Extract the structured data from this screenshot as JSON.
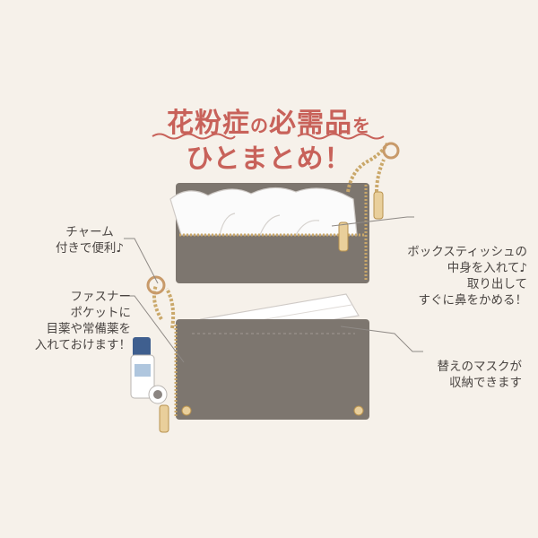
{
  "title": {
    "line1_a": "花粉症",
    "line1_b": "の",
    "line1_c": "必需品",
    "line1_d": "を",
    "line2": "ひとまとめ！"
  },
  "callouts": {
    "charm": [
      "チャーム",
      "付きで便利♪"
    ],
    "zip_pocket": [
      "ファスナー",
      "ポケットに",
      "目薬や常備薬を",
      "入れておけます！"
    ],
    "tissue": [
      "ボックスティッシュの",
      "中身を入れて♪",
      "取り出して",
      "すぐに鼻をかめる！"
    ],
    "mask": [
      "替えのマスクが",
      "収納できます"
    ]
  },
  "colors": {
    "title": "#c8625a",
    "pouch": "#7d766f",
    "background": "#f6f1ea",
    "zipper": "#caa86a"
  }
}
